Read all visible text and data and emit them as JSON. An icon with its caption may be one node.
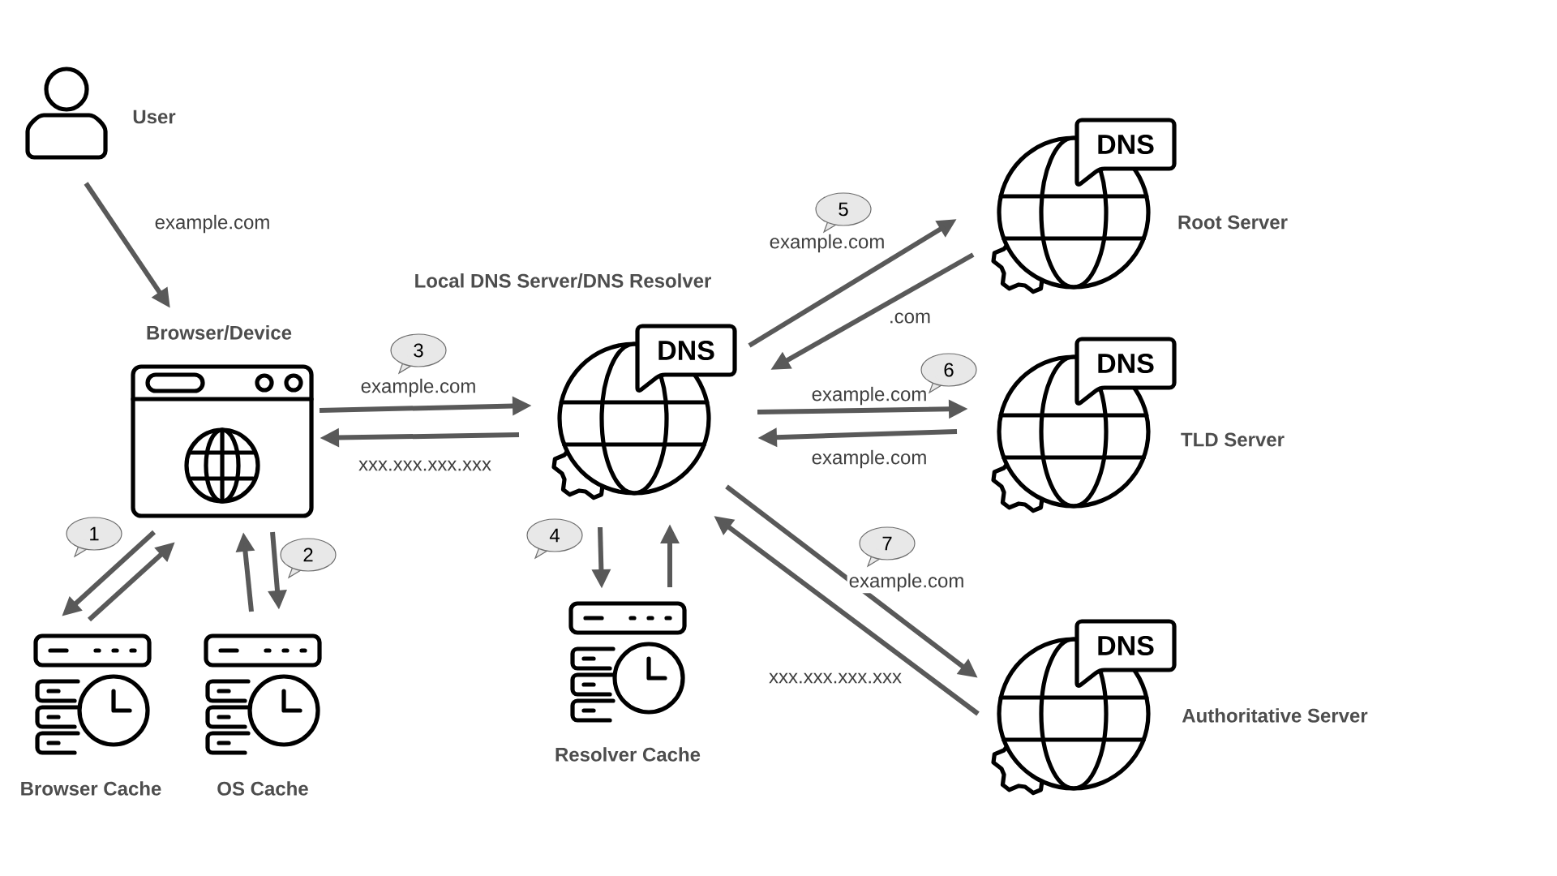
{
  "diagram": {
    "nodes": [
      {
        "text": [
          "User"
        ]
      },
      {
        "text": [
          "Browser/Device"
        ]
      },
      {
        "text": [
          "Browser Cache"
        ]
      },
      {
        "text": [
          "OS Cache"
        ]
      },
      {
        "text": [
          "Local DNS Server/DNS Resolver",
          "DNS"
        ]
      },
      {
        "text": [
          "Resolver Cache"
        ]
      },
      {
        "text": [
          "DNS",
          "Root Server"
        ]
      },
      {
        "text": [
          "DNS",
          "TLD Server"
        ]
      },
      {
        "text": [
          "DNS",
          "Authoritative Server"
        ]
      }
    ],
    "edges": [
      {
        "from": 0,
        "to": 1,
        "arrow": "to",
        "label": "example.com"
      },
      {
        "from": 1,
        "to": 2,
        "arrow": "to"
      },
      {
        "from": 2,
        "to": 1,
        "arrow": "to"
      },
      {
        "from": 3,
        "to": 1,
        "arrow": "to"
      },
      {
        "from": 1,
        "to": 3,
        "arrow": "to"
      },
      {
        "from": 1,
        "to": 4,
        "arrow": "to",
        "label": "example.com"
      },
      {
        "from": 4,
        "to": 1,
        "arrow": "to",
        "label": "xxx.xxx.xxx.xxx"
      },
      {
        "from": 4,
        "to": 5,
        "arrow": "to"
      },
      {
        "from": 5,
        "to": 4,
        "arrow": "to"
      },
      {
        "from": 4,
        "to": 6,
        "arrow": "to",
        "label": "example.com"
      },
      {
        "from": 6,
        "to": 4,
        "arrow": "to",
        "label": ".com"
      },
      {
        "from": 4,
        "to": 7,
        "arrow": "to",
        "label": "example.com"
      },
      {
        "from": 7,
        "to": 4,
        "arrow": "to",
        "label": "example.com"
      },
      {
        "from": 4,
        "to": 8,
        "arrow": "to",
        "label": "example.com"
      },
      {
        "from": 8,
        "to": 4,
        "arrow": "to",
        "label": "xxx.xxx.xxx.xxx"
      }
    ],
    "labels": [
      "5",
      "3",
      "6",
      "1",
      "4",
      "7",
      "2"
    ]
  }
}
